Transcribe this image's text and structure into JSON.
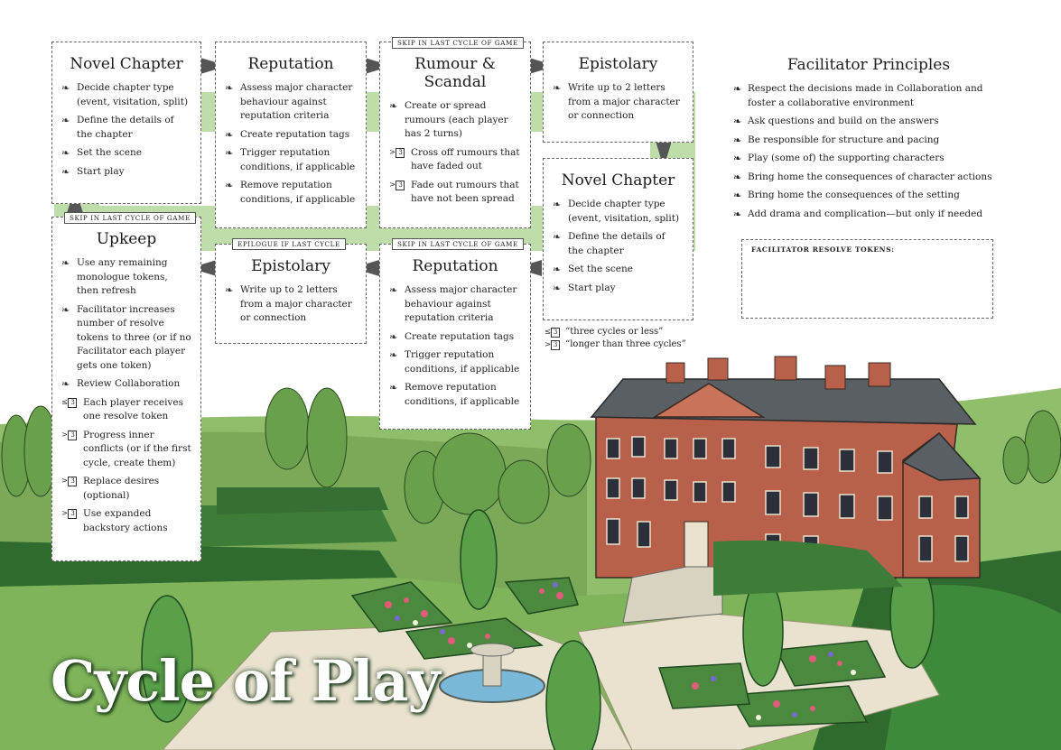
{
  "title": "Cycle of Play",
  "icons": {
    "bullet": "quill-bullet-icon",
    "marker_le3": "three-cycles-or-less-marker",
    "marker_gt3": "longer-than-three-cycles-marker"
  },
  "markers": {
    "le": "≤",
    "gt": ">",
    "num": "3"
  },
  "colors": {
    "band": "#bfdcab",
    "arrow": "#555555",
    "grass": "#7fb45a",
    "hedge": "#2f6b2f",
    "house": "#b8604a",
    "roof": "#5a5f63"
  },
  "cards": {
    "novel1": {
      "title": "Novel Chapter",
      "items": [
        "Decide chapter type (event, visitation, split)",
        "Define the details of the chapter",
        "Set the scene",
        "Start play"
      ]
    },
    "reputation1": {
      "title": "Reputation",
      "items": [
        "Assess major character behaviour against reputation criteria",
        "Create reputation tags",
        "Trigger reputation conditions, if applicable",
        "Remove reputation conditions, if applicable"
      ]
    },
    "rumour": {
      "tag": "Skip in last cycle of game",
      "title": "Rumour & Scandal",
      "items": [
        "Create or spread rumours (each player has 2 turns)"
      ],
      "gt_items": [
        "Cross off rumours that have faded out",
        "Fade out rumours that have not been spread"
      ]
    },
    "epistolary1": {
      "title": "Epistolary",
      "items": [
        "Write up to 2 letters from a major character or connection"
      ]
    },
    "novel2": {
      "title": "Novel Chapter",
      "items": [
        "Decide chapter type (event, visitation, split)",
        "Define the details of the chapter",
        "Set the scene",
        "Start play"
      ]
    },
    "reputation2": {
      "tag": "Skip in last cycle of game",
      "title": "Reputation",
      "items": [
        "Assess major character behaviour against reputation criteria",
        "Create reputation tags",
        "Trigger reputation conditions, if applicable",
        "Remove reputation conditions, if applicable"
      ]
    },
    "epistolary2": {
      "tag": "Epilogue if last cycle",
      "title": "Epistolary",
      "items": [
        "Write up to 2 letters from a major character or connection"
      ]
    },
    "upkeep": {
      "tag": "Skip in last cycle of game",
      "title": "Upkeep",
      "items": [
        "Use any remaining monologue tokens, then refresh",
        "Facilitator increases number of resolve tokens to three (or if no Facilitator each player gets one token)",
        "Review Collaboration"
      ],
      "le_items": [
        "Each player receives one resolve token"
      ],
      "gt_items": [
        "Progress inner conflicts (or if the first cycle, create them)",
        "Replace desires (optional)",
        "Use expanded backstory actions"
      ]
    }
  },
  "legend": {
    "le": "“three cycles or less”",
    "gt": "“longer than three cycles”"
  },
  "principles": {
    "title": "Facilitator Principles",
    "items": [
      "Respect the decisions made in Collaboration and foster a collaborative environment",
      "Ask questions and build on the answers",
      "Be responsible for structure and pacing",
      "Play (some of) the supporting characters",
      "Bring home the consequences of character actions",
      "Bring home the consequences of the setting",
      "Add drama and complication—but only if needed"
    ]
  },
  "tokens_label": "Facilitator resolve tokens:"
}
